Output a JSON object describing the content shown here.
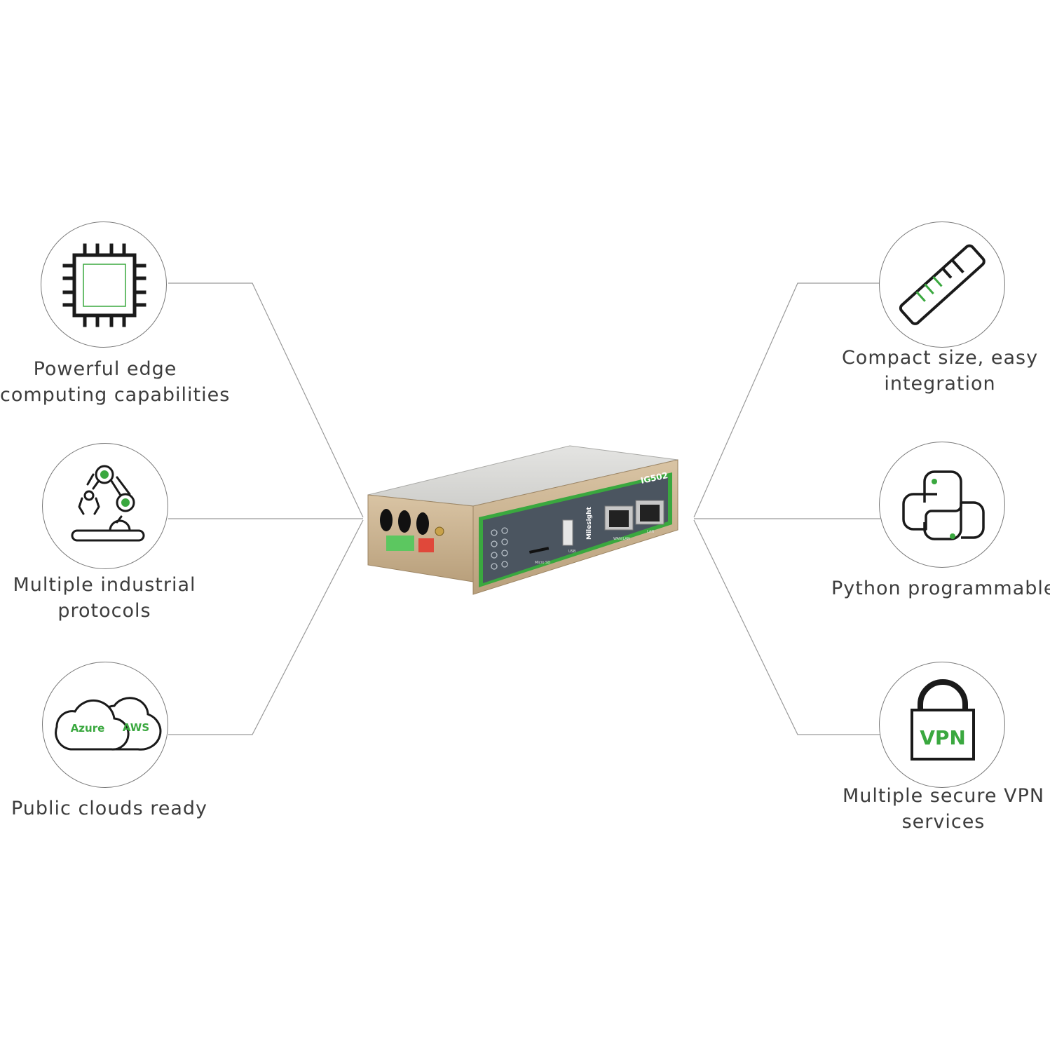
{
  "features": {
    "edge": {
      "line1": "Powerful edge",
      "line2": "computing capabilities",
      "icon": "cpu-chip-icon"
    },
    "protocols": {
      "line1": "Multiple industrial",
      "line2": "protocols",
      "icon": "robot-arm-icon"
    },
    "clouds": {
      "line1": "Public clouds ready",
      "icon": "cloud-icon",
      "cloud_left": "Azure",
      "cloud_right": "AWS"
    },
    "compact": {
      "line1": "Compact size, easy",
      "line2": "integration",
      "icon": "ruler-icon"
    },
    "python": {
      "line1": "Python programmable",
      "icon": "python-icon"
    },
    "vpn": {
      "line1": "Multiple secure VPN",
      "line2": "services",
      "icon": "padlock-icon",
      "lock_text": "VPN"
    }
  },
  "device": {
    "model": "IG502",
    "brand": "Milesight",
    "port_labels": {
      "microsd": "Micro SD",
      "usb": "USB",
      "wan": "WAN/LAN",
      "lan": "LAN"
    }
  },
  "colors": {
    "accent_green": "#3aa83f",
    "line_gray": "#8a8a8a",
    "text_gray": "#3d3d3d"
  }
}
